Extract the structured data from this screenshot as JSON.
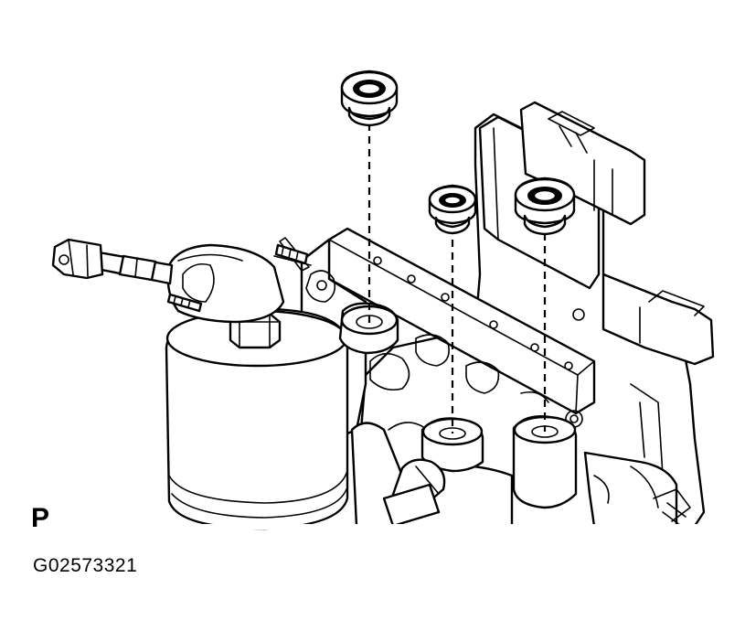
{
  "figure": {
    "view_label": "P",
    "figure_id": "G02573321"
  },
  "parts": {
    "plug_count": 3
  }
}
